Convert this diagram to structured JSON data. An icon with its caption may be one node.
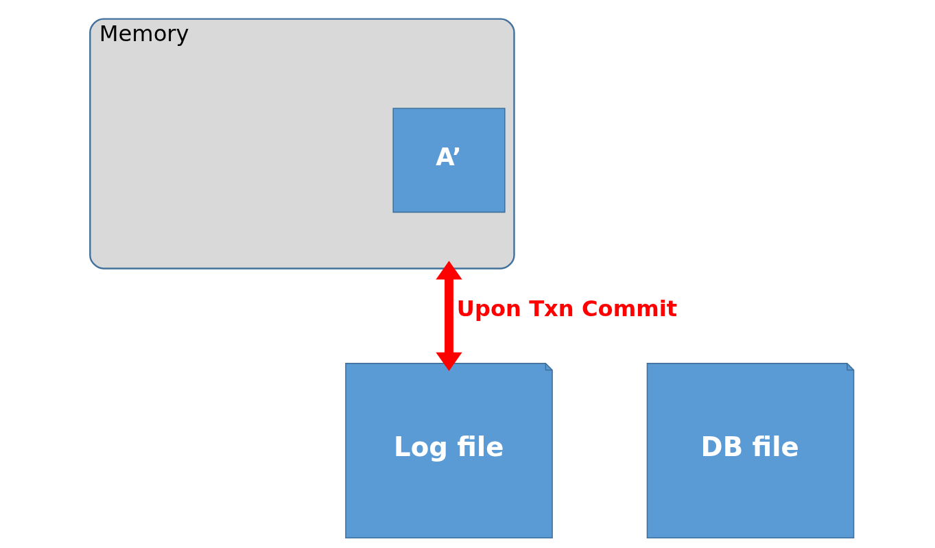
{
  "diagram": {
    "nodes": [
      {
        "text": [
          "Memory"
        ]
      },
      {
        "text": [
          "A’"
        ],
        "in": 0
      },
      {
        "text": [
          "DB file"
        ]
      },
      {
        "text": [
          "Log file"
        ]
      }
    ],
    "edges": [
      {
        "from": 0,
        "to": 3,
        "arrow": "both",
        "label": "Upon Txn Commit",
        "color": "#ff0000"
      }
    ]
  }
}
